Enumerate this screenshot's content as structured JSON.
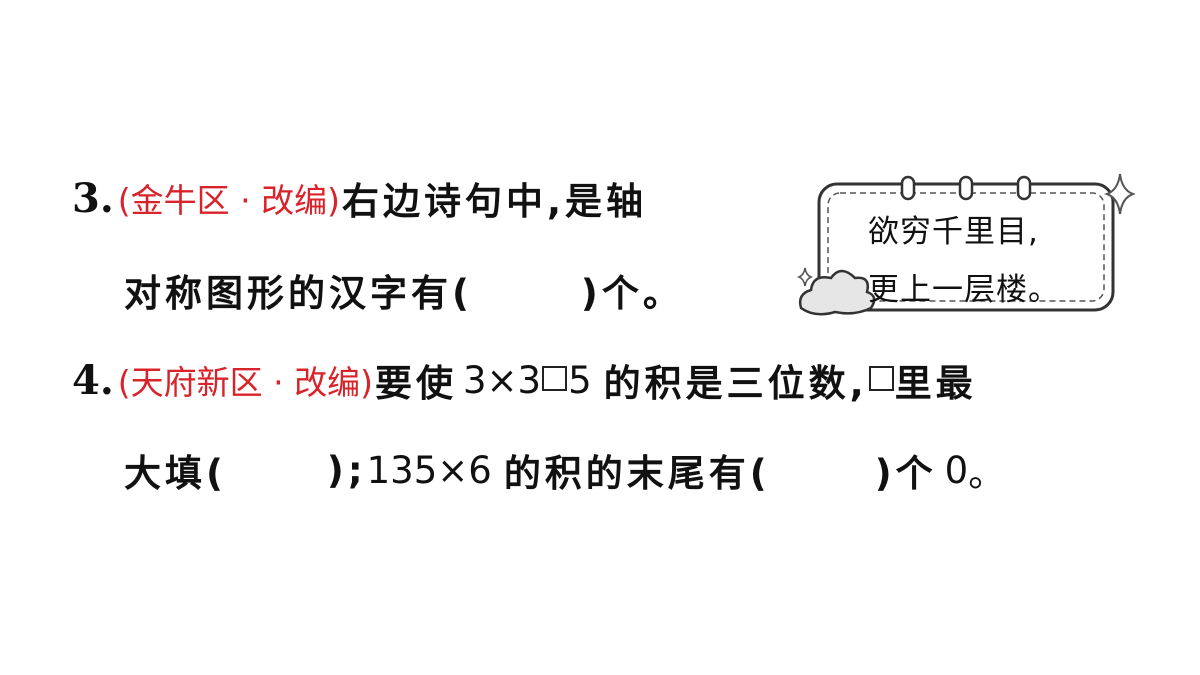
{
  "q3": {
    "number": "3.",
    "source": "(金牛区 · 改编)",
    "line1_text": "右边诗句中,是轴",
    "line2_text": "对称图形的汉字有(",
    "line2_tail": ")个。"
  },
  "q4": {
    "number": "4.",
    "source": "(天府新区 · 改编)",
    "line1_a": "要使",
    "expr1_a": "3×3",
    "expr1_b": "5",
    "line1_b": "的积是三位数,",
    "line1_c": "里最",
    "line2_a": "大填(",
    "line2_b": ");",
    "expr2": "135×6",
    "line2_c": "的积的末尾有(",
    "line2_d": ")个",
    "zero": "0",
    "period": "。"
  },
  "poem": {
    "line1": "欲穷千里目,",
    "line2": "更上一层楼。"
  },
  "colors": {
    "source_red": "#d9232a",
    "text": "#111111",
    "box_border": "#333333",
    "cloud_fill": "#e6e6e6"
  }
}
